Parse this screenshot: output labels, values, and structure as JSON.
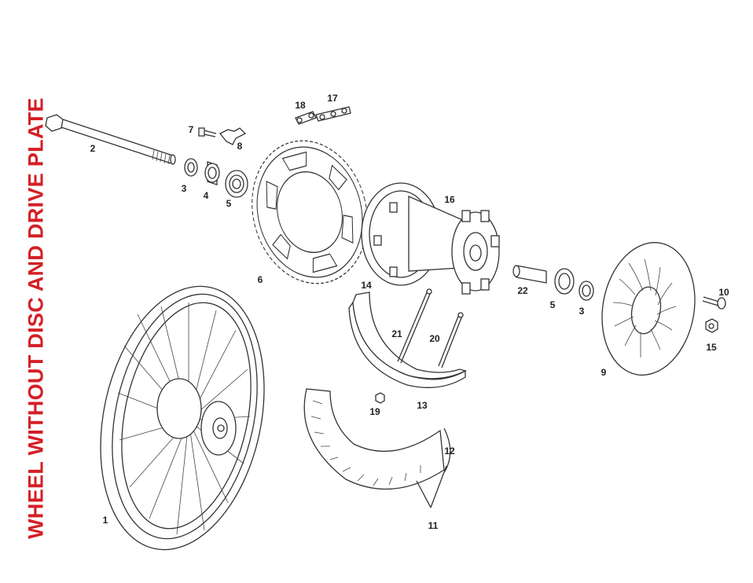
{
  "title": "WHEEL WITHOUT DISC AND DRIVE PLATE",
  "part_numbers": [
    "1",
    "2",
    "3",
    "4",
    "5",
    "6",
    "7",
    "8",
    "9",
    "10",
    "11",
    "12",
    "13",
    "14",
    "15",
    "16",
    "17",
    "18",
    "19",
    "20",
    "21",
    "22",
    "5",
    "3"
  ],
  "colors": {
    "title": "#d41f26",
    "line": "#333333"
  }
}
